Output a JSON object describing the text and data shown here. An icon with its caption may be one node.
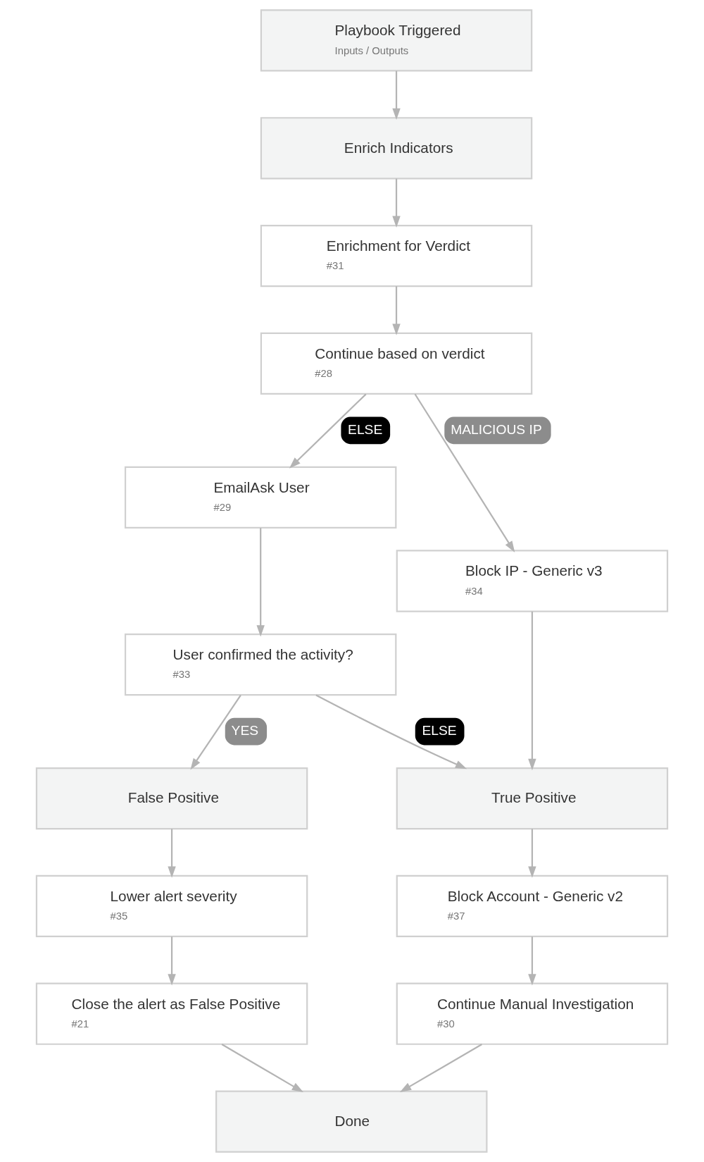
{
  "diagram": {
    "nodes": [
      {
        "text": [
          "Playbook Triggered",
          "Inputs / Outputs"
        ]
      },
      {
        "text": [
          "Enrich Indicators"
        ]
      },
      {
        "text": [
          "Enrichment for Verdict",
          "#31"
        ]
      },
      {
        "text": [
          "Continue based on verdict",
          "#28"
        ]
      },
      {
        "text": [
          "EmailAsk User",
          "#29"
        ]
      },
      {
        "text": [
          "Block IP - Generic v3",
          "#34"
        ]
      },
      {
        "text": [
          "User confirmed the activity?",
          "#33"
        ]
      },
      {
        "text": [
          "True Positive"
        ]
      },
      {
        "text": [
          "False Positive"
        ]
      },
      {
        "text": [
          "Block Account - Generic v2",
          "#37"
        ]
      },
      {
        "text": [
          "Lower alert severity",
          "#35"
        ]
      },
      {
        "text": [
          "Continue Manual Investigation",
          "#30"
        ]
      },
      {
        "text": [
          "Close the alert as False Positive",
          "#21"
        ]
      },
      {
        "text": [
          "Done"
        ]
      }
    ],
    "edges": [
      {
        "from": 0,
        "to": 1,
        "arrow": "to"
      },
      {
        "from": 1,
        "to": 2,
        "arrow": "to"
      },
      {
        "from": 2,
        "to": 3,
        "arrow": "to"
      },
      {
        "from": 3,
        "to": 4,
        "arrow": "to",
        "label": "ELSE"
      },
      {
        "from": 3,
        "to": 5,
        "arrow": "to",
        "label": "MALICIOUS IP"
      },
      {
        "from": 4,
        "to": 6,
        "arrow": "to"
      },
      {
        "from": 5,
        "to": 7,
        "arrow": "to"
      },
      {
        "from": 6,
        "to": 7,
        "arrow": "to",
        "label": "ELSE"
      },
      {
        "from": 6,
        "to": 8,
        "arrow": "to",
        "label": "YES"
      },
      {
        "from": 7,
        "to": 9,
        "arrow": "to"
      },
      {
        "from": 8,
        "to": 10,
        "arrow": "to"
      },
      {
        "from": 9,
        "to": 11,
        "arrow": "to"
      },
      {
        "from": 10,
        "to": 12,
        "arrow": "to"
      },
      {
        "from": 11,
        "to": 13,
        "arrow": "to"
      },
      {
        "from": 12,
        "to": 13,
        "arrow": "to"
      }
    ]
  }
}
